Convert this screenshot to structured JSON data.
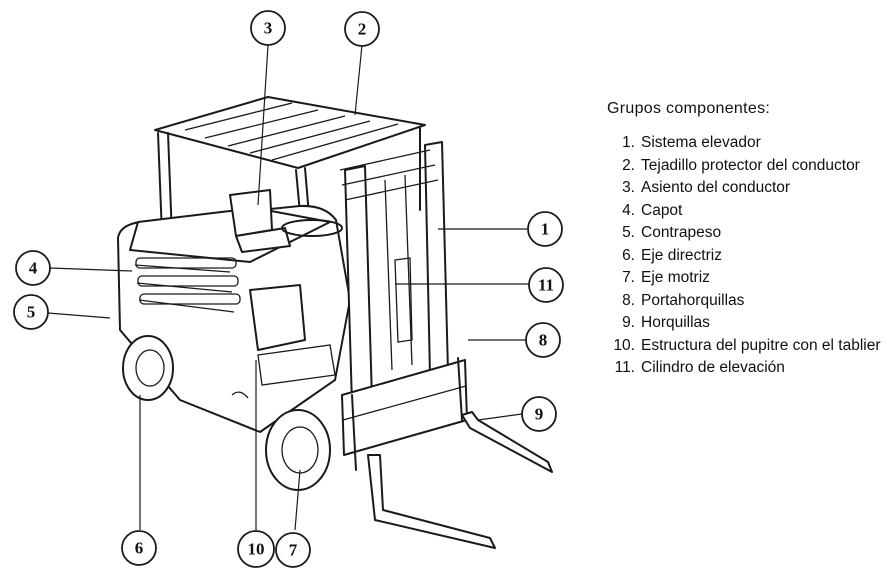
{
  "legend": {
    "title": "Grupos componentes:",
    "items": [
      {
        "number": "1.",
        "label": "Sistema elevador"
      },
      {
        "number": "2.",
        "label": "Tejadillo protector del conductor"
      },
      {
        "number": "3.",
        "label": "Asiento del conductor"
      },
      {
        "number": "4.",
        "label": "Capot"
      },
      {
        "number": "5.",
        "label": "Contrapeso"
      },
      {
        "number": "6.",
        "label": "Eje directriz"
      },
      {
        "number": "7.",
        "label": "Eje motriz"
      },
      {
        "number": "8.",
        "label": "Portahorquillas"
      },
      {
        "number": "9.",
        "label": "Horquillas"
      },
      {
        "number": "10.",
        "label": "Estructura del pupitre con el tablier"
      },
      {
        "number": "11.",
        "label": "Cilindro de elevación"
      }
    ]
  },
  "callouts": [
    "1",
    "2",
    "3",
    "4",
    "5",
    "6",
    "7",
    "8",
    "9",
    "10",
    "11"
  ]
}
